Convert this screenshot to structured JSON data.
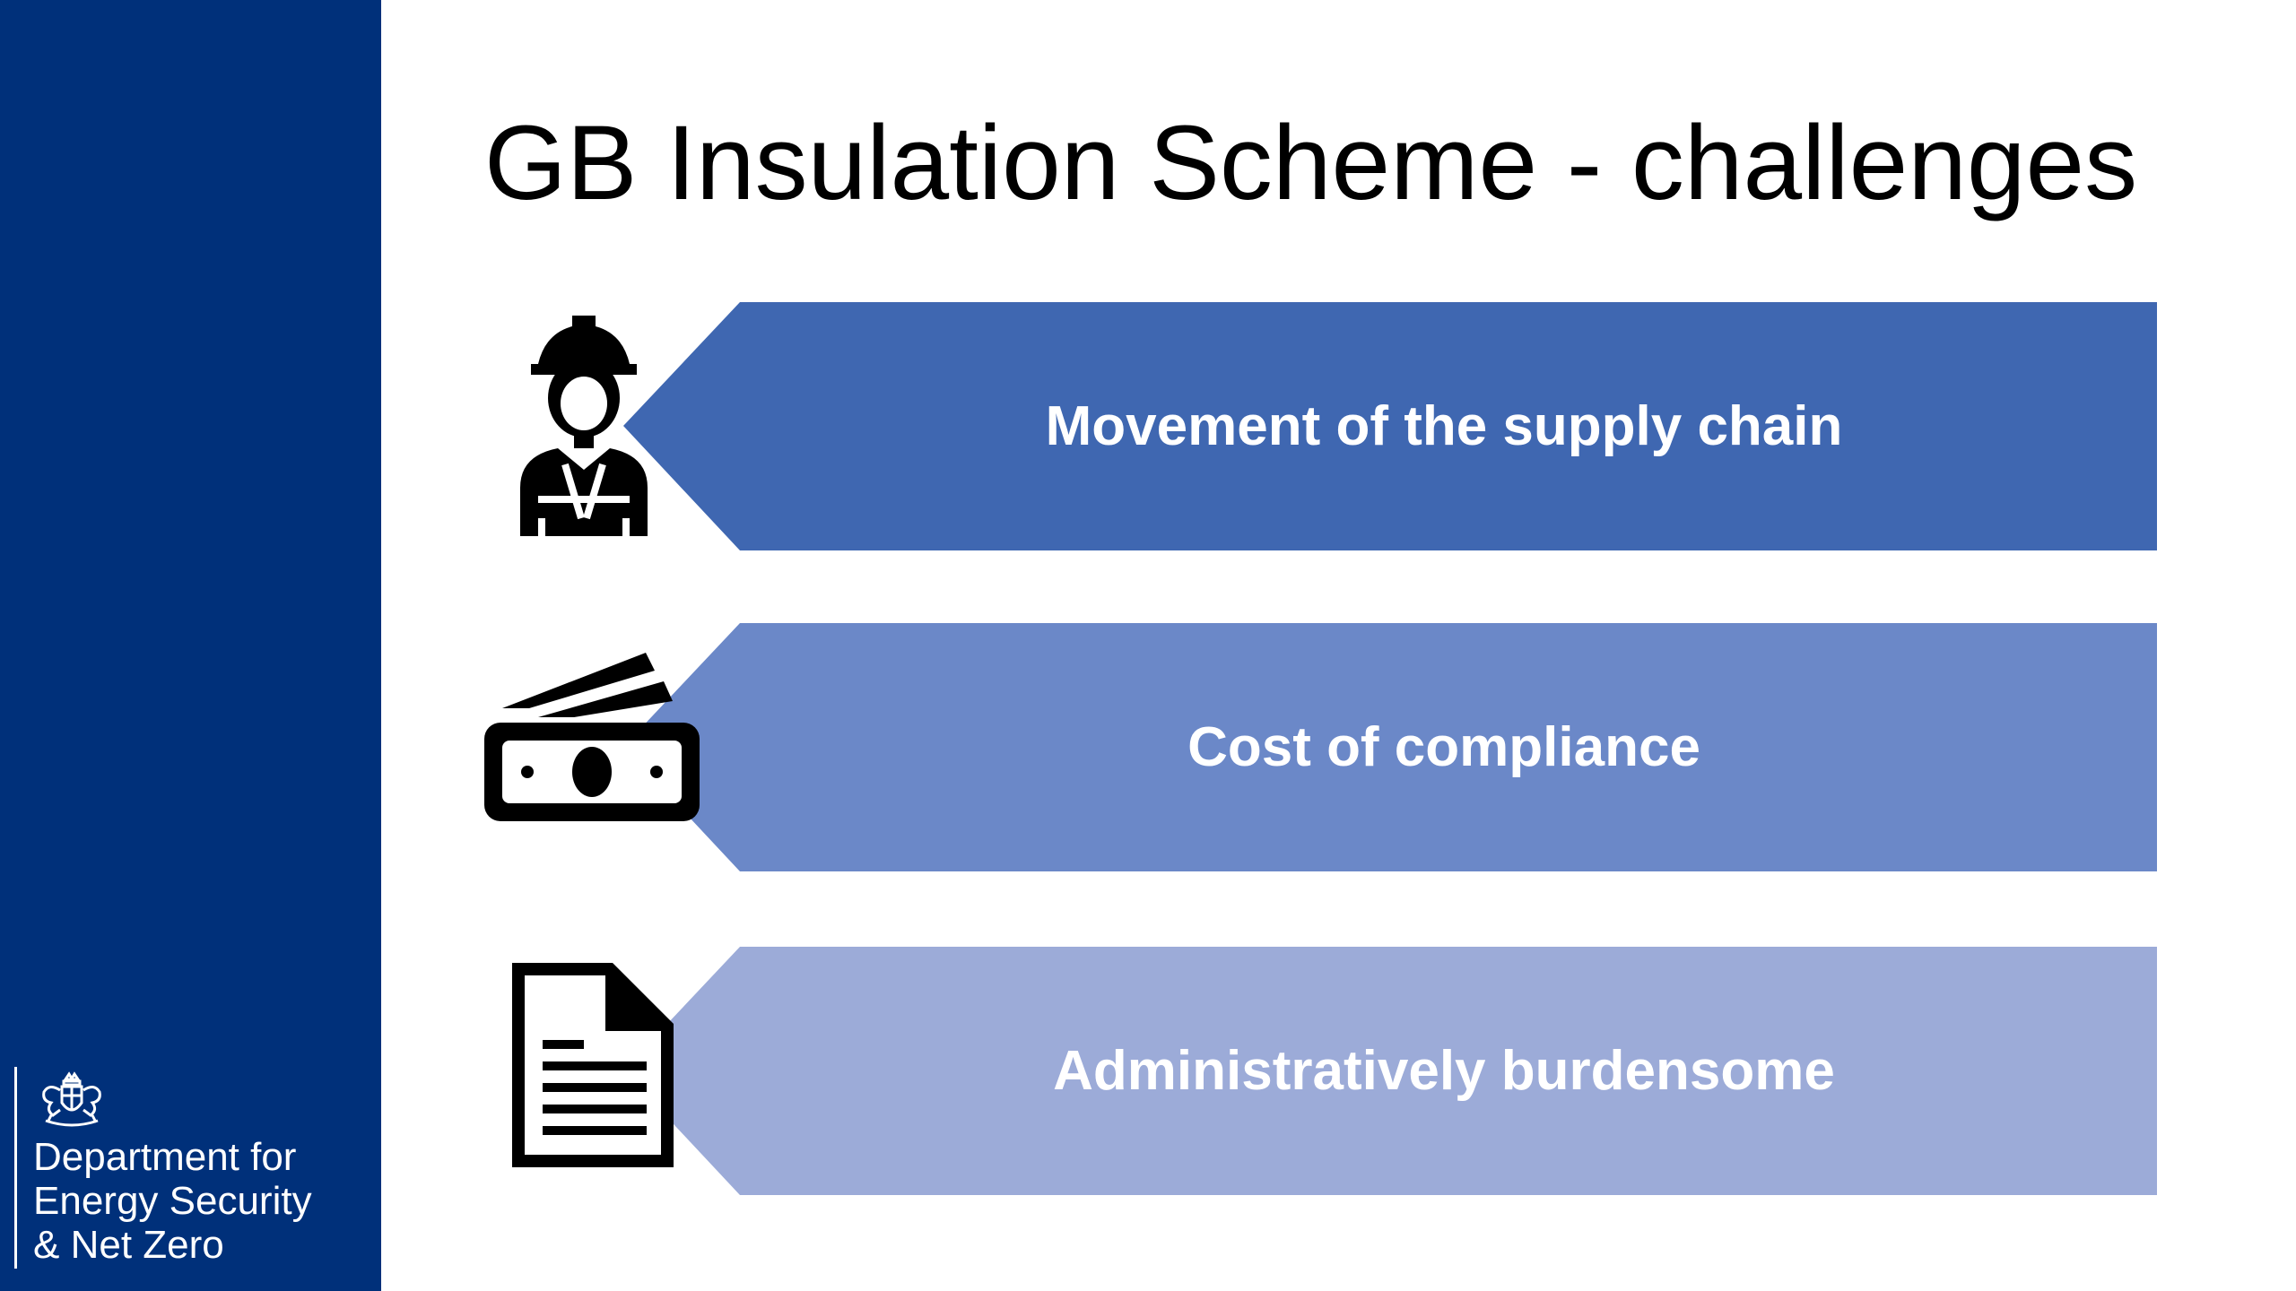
{
  "slide": {
    "title": "GB Insulation Scheme - challenges",
    "organisation": {
      "lines": [
        "Department for",
        "Energy Security",
        "& Net Zero"
      ],
      "logo_icon": "royal-coat-of-arms-icon"
    },
    "challenges": [
      {
        "label": "Movement of the supply chain",
        "icon": "construction-worker-icon",
        "color": "#3f67b1"
      },
      {
        "label": "Cost of compliance",
        "icon": "cash-banknotes-icon",
        "color": "#6b88c8"
      },
      {
        "label": "Administratively burdensome",
        "icon": "document-icon",
        "color": "#9cabd8"
      }
    ]
  },
  "colors": {
    "sidebar": "#00307a",
    "background": "#ffffff",
    "title_text": "#000000",
    "banner_text": "#ffffff"
  }
}
